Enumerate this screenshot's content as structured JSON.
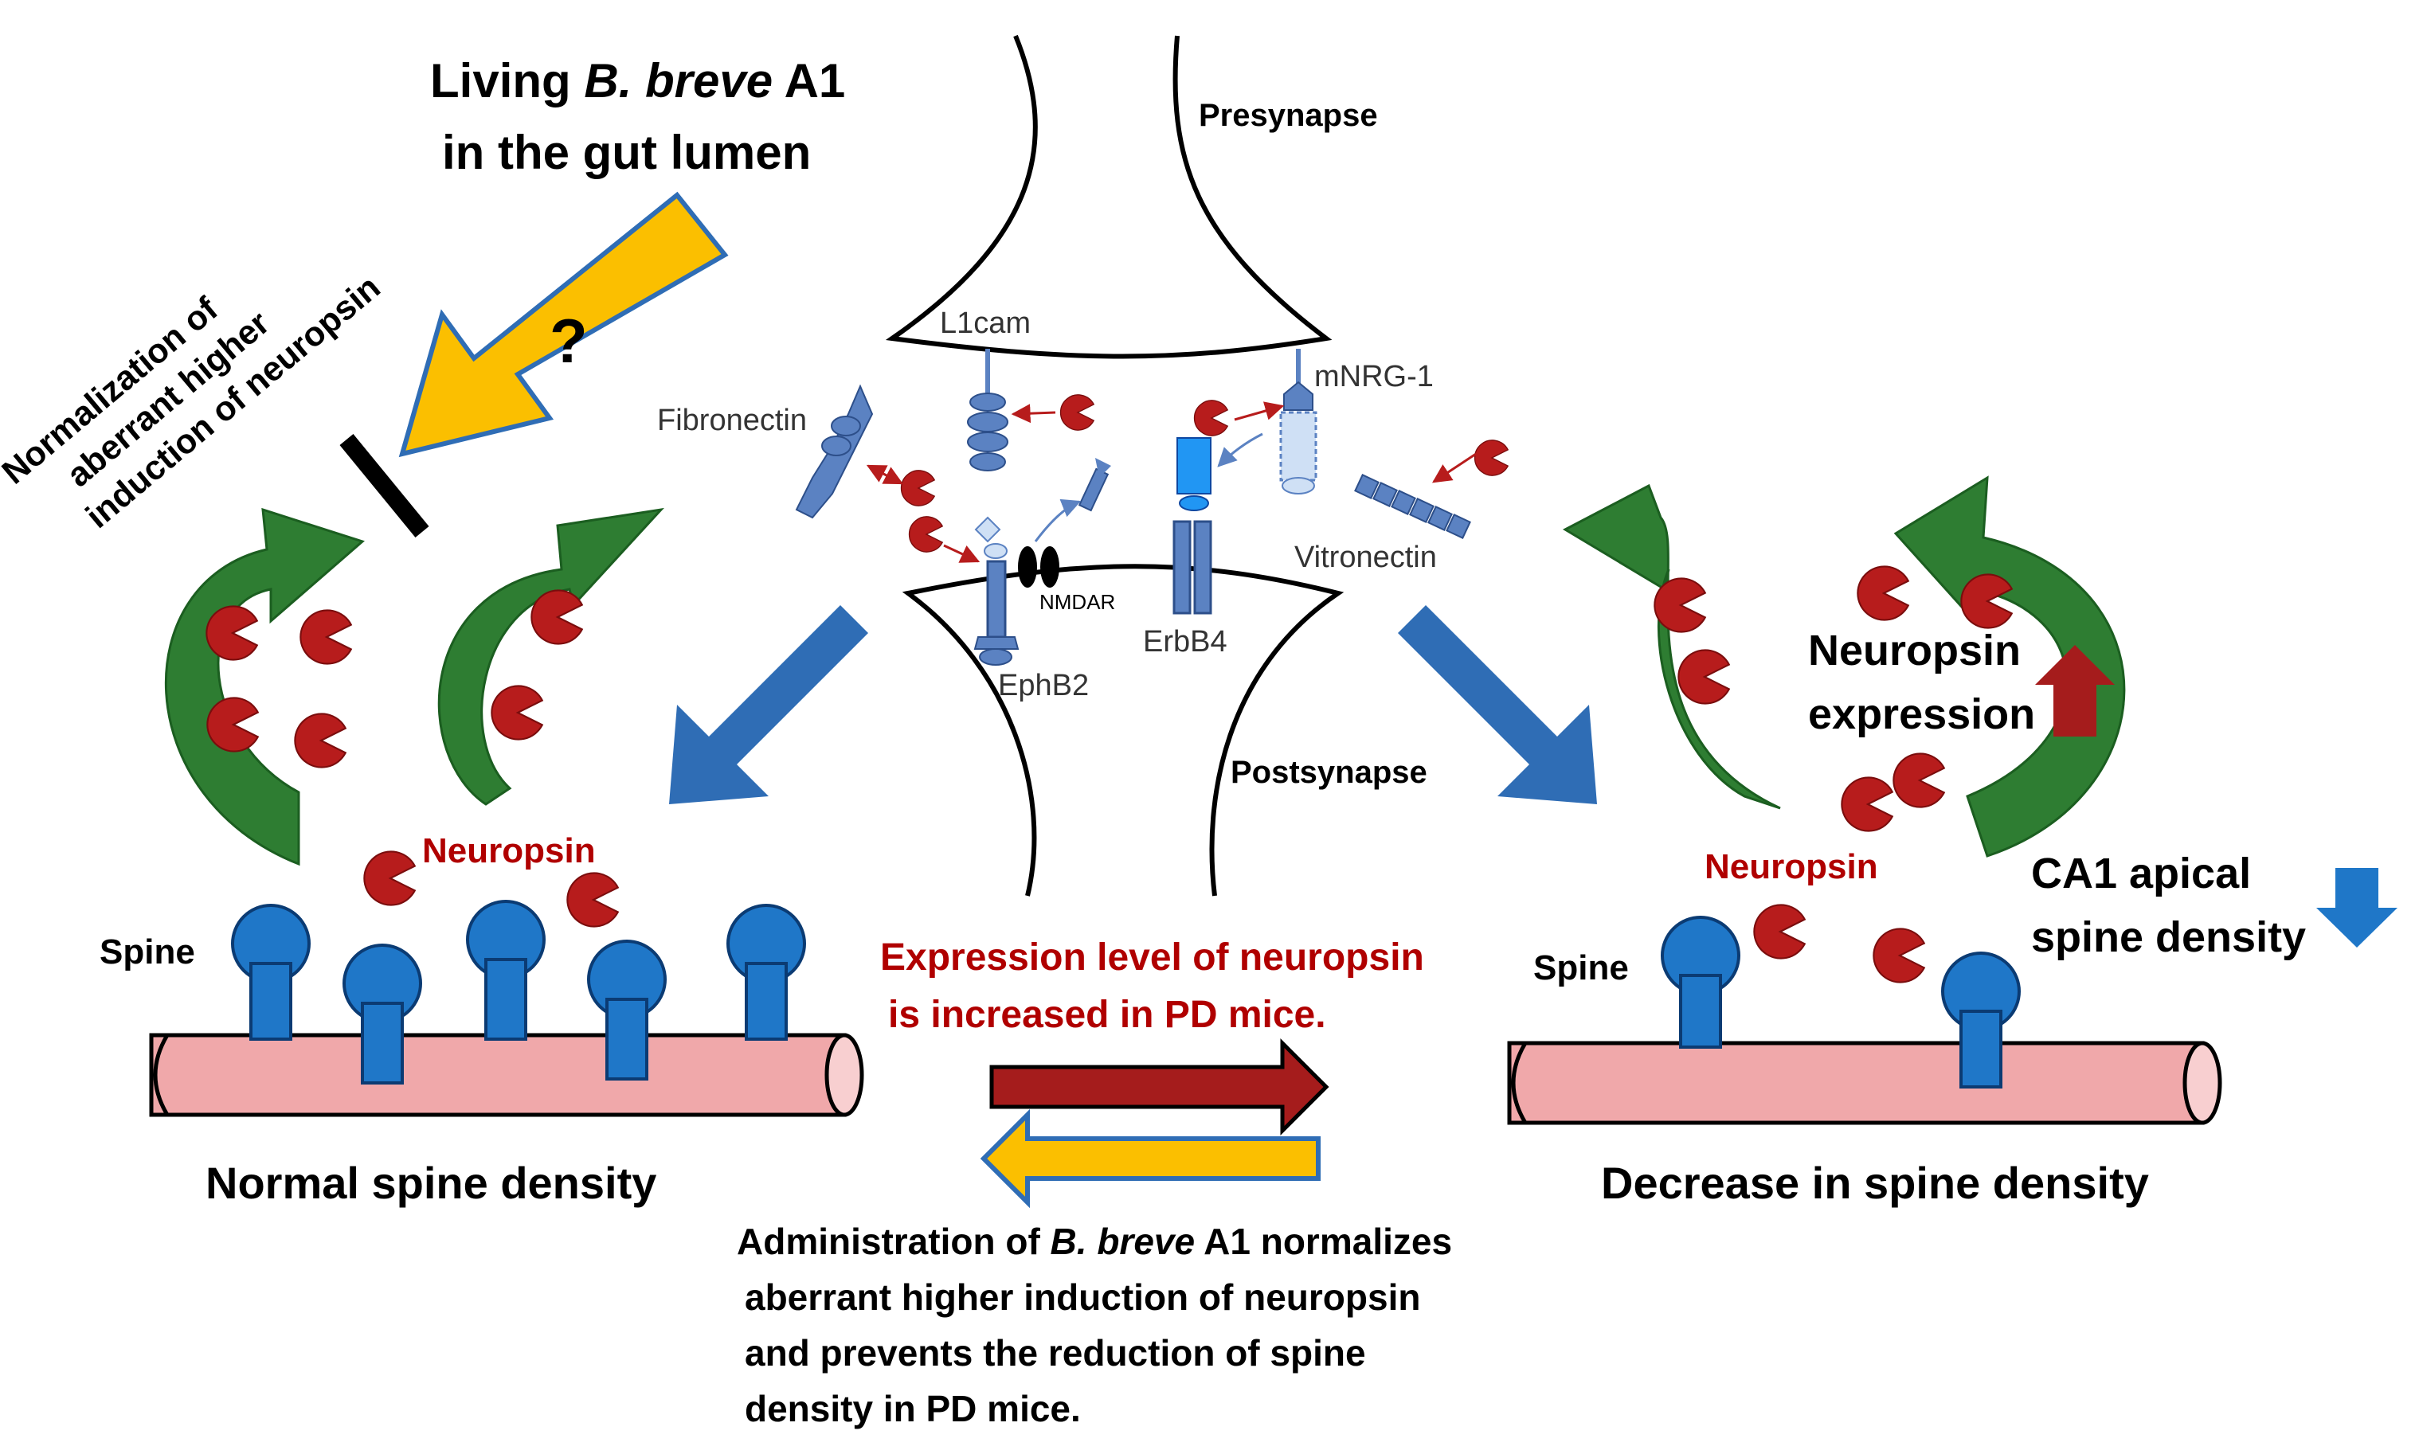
{
  "colors": {
    "green_arrow": "#2e7d32",
    "neuropsin": "#b71c1c",
    "spine": "#1f77c8",
    "dendrite": "#f0a8aa",
    "blue_arrow": "#2f6db5",
    "red_arrow": "#a51c1c",
    "yellow_arrow": "#fbbf00",
    "yellow_arrow_border": "#2f6db5",
    "red_text": "#b00000",
    "protein_blue": "#5b82c2",
    "black": "#000000"
  },
  "top_left": {
    "title_line1_a": "Living ",
    "title_line1_b": "B. breve",
    "title_line1_c": " A1",
    "title_line2": "in the gut lumen",
    "question": "?",
    "rotated_line1": "Normalization  of",
    "rotated_line2": "aberrant  higher",
    "rotated_line3": "induction of neuropsin"
  },
  "synapse": {
    "presynapse": "Presynapse",
    "postsynapse": "Postsynapse",
    "l1cam": "L1cam",
    "mnrg1": "mNRG-1",
    "fibronectin": "Fibronectin",
    "vitronectin": "Vitronectin",
    "nmdar": "NMDAR",
    "ephb2": "EphB2",
    "erbb4": "ErbB4"
  },
  "left_panel": {
    "neuropsin": "Neuropsin",
    "spine": "Spine",
    "caption": "Normal spine density"
  },
  "right_panel": {
    "neuropsin_expr_line1": "Neuropsin",
    "neuropsin_expr_line2": "expression",
    "neuropsin": "Neuropsin",
    "spine": "Spine",
    "ca1_line1": "CA1 apical",
    "ca1_line2": "spine density",
    "caption": "Decrease in spine density"
  },
  "center": {
    "expr_line1": "Expression  level of neuropsin",
    "expr_line2": "is increased in PD mice.",
    "admin_line1_a": "Administration of ",
    "admin_line1_b": "B. breve",
    "admin_line1_c": " A1 normalizes",
    "admin_line2": "aberrant  higher induction of neuropsin",
    "admin_line3": "and prevents the reduction of spine",
    "admin_line4": "density in PD mice."
  }
}
